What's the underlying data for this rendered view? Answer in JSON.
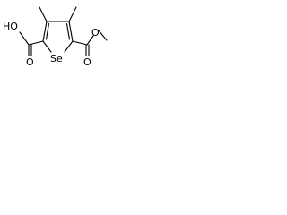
{
  "molecule": {
    "atom_labels": {
      "ring_heteroatom": "Se",
      "acid_left_group": "HO",
      "acid_left_carbonyl": "O",
      "ester_carbonyl": "O",
      "ester_ether": "O"
    }
  }
}
